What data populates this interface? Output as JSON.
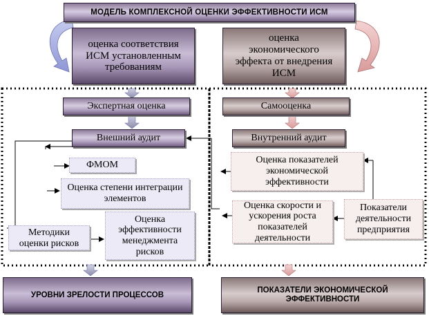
{
  "title": "МОДЕЛЬ КОМПЛЕКСНОЙ ОЦЕНКИ ЭФФЕКТИВНОСТИ ИСМ",
  "left_top": "оценка соответствия ИСМ установленным требованиям",
  "right_top": "оценка экономического эффекта от внедрения ИСМ",
  "expert": "Экспертная оценка",
  "self": "Самооценка",
  "external_audit": "Внешний аудит",
  "internal_audit": "Внутренний аудит",
  "fmom": "ФМОМ",
  "integration": "Оценка степени интеграции элементов",
  "risk_methods": "Методики оценки рисков",
  "risk_mgmt": "Оценка эффективности менеджмента рисков",
  "econ_indicators": "Оценка показателей экономической эффективности",
  "speed": "Оценка скорости и ускорения роста показателей деятельности",
  "enterprise": "Показатели деятельности предприятия",
  "bottom_left": "УРОВНИ ЗРЕЛОСТИ ПРОЦЕССОВ",
  "bottom_right": "ПОКАЗАТЕЛИ ЭКОНОМИЧЕСКОЙ ЭФФЕКТИВНОСТИ",
  "colors": {
    "purple": "#b3a3c2",
    "mauve": "#b9a8a8",
    "lavender": "#eceaf6",
    "pink": "#f7eeee"
  }
}
